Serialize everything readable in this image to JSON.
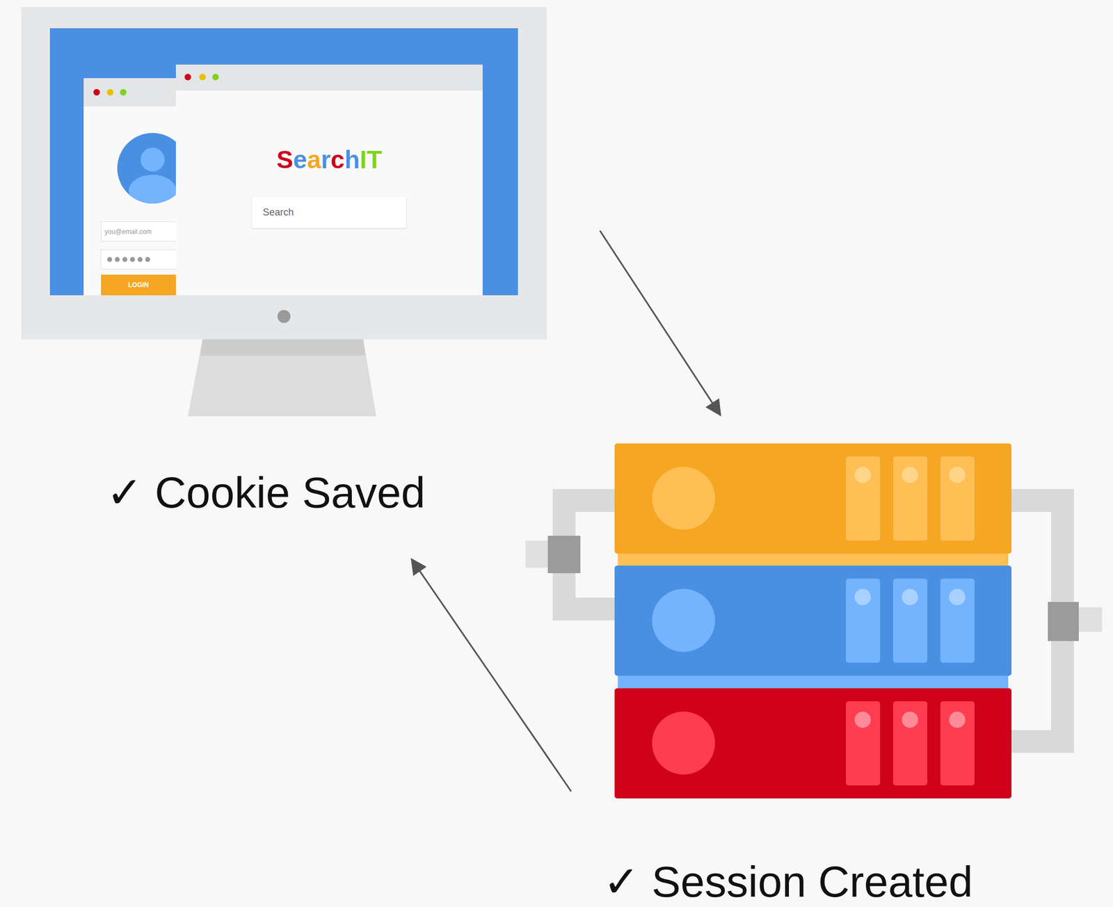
{
  "diagram": {
    "nodes": [
      {
        "text": [
          "✓ Cookie Saved"
        ]
      },
      {
        "text": [
          "you@email.com",
          "LOGIN"
        ],
        "in": 0
      },
      {
        "text": [
          "SearchIT",
          "Search"
        ],
        "in": 0
      },
      {
        "text": [
          "✓ Session Created"
        ]
      }
    ],
    "edges": [
      {
        "from": 0,
        "to": 3,
        "arrow": "to"
      },
      {
        "from": 3,
        "to": 0,
        "arrow": "to"
      }
    ]
  }
}
